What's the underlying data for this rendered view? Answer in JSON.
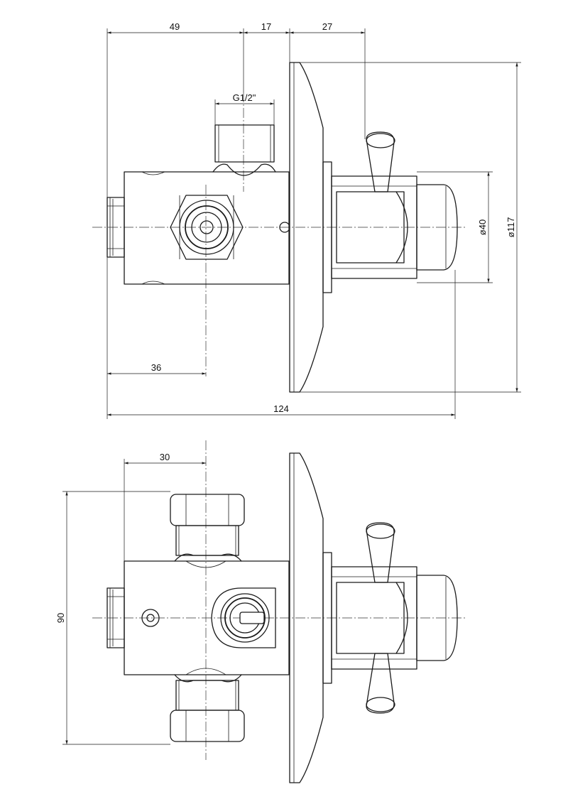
{
  "top_view": {
    "dims": {
      "d49": "49",
      "d17": "17",
      "d27": "27",
      "thread": "G1/2\"",
      "d36": "36",
      "d124": "124",
      "dia40": "ø40",
      "dia117": "ø117"
    }
  },
  "bottom_view": {
    "dims": {
      "d30": "30",
      "d90": "90"
    }
  },
  "colors": {
    "line": "#1a1a1a",
    "background": "#ffffff"
  }
}
